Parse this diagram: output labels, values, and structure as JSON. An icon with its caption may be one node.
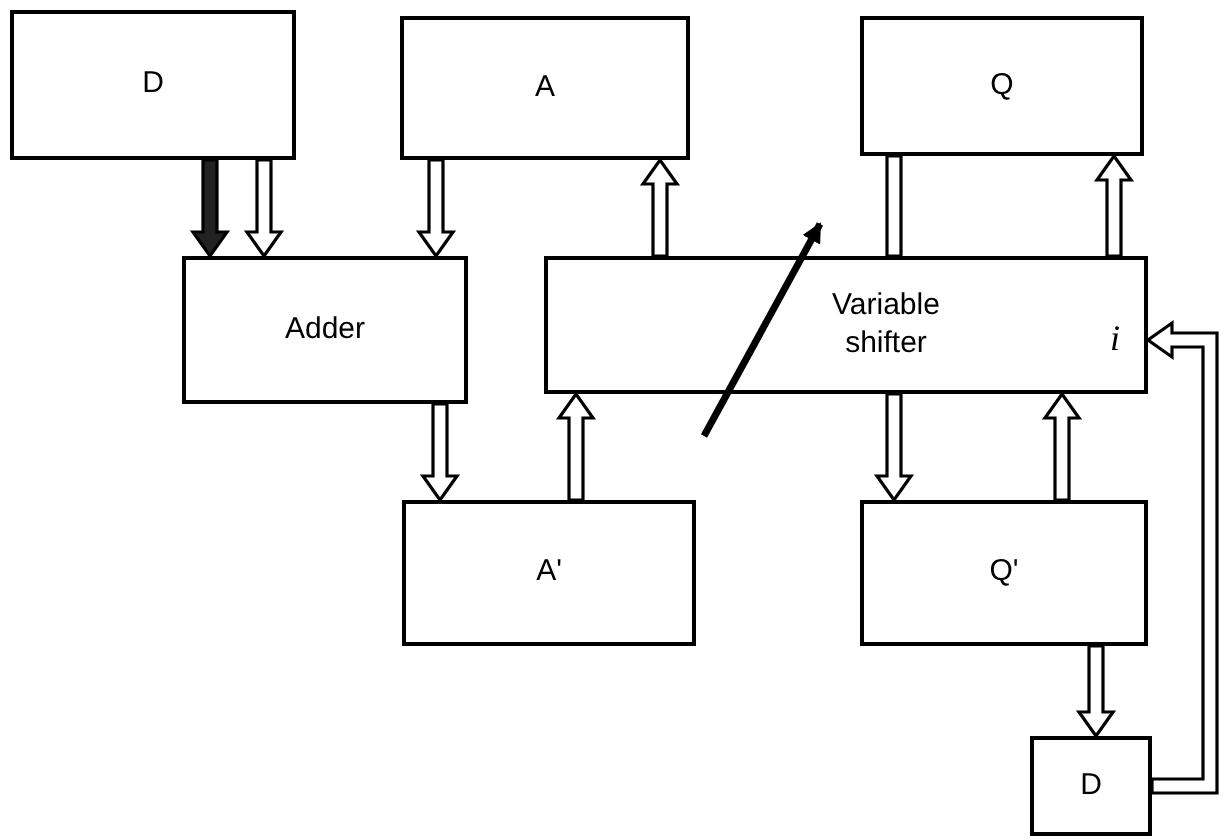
{
  "diagram": {
    "nodes": [
      {
        "text": [
          "D"
        ]
      },
      {
        "text": [
          "A"
        ]
      },
      {
        "text": [
          "Q"
        ]
      },
      {
        "text": [
          "Adder"
        ]
      },
      {
        "text": [
          "Variable shifter",
          "i"
        ]
      },
      {
        "text": [
          "A'"
        ]
      },
      {
        "text": [
          "Q'"
        ]
      },
      {
        "text": [
          "D"
        ]
      }
    ],
    "edges": [
      {
        "from": 0,
        "to": 3,
        "arrow": "to",
        "style": "thick",
        "color": "#222222"
      },
      {
        "from": 0,
        "to": 3,
        "arrow": "to"
      },
      {
        "from": 1,
        "to": 3,
        "arrow": "to"
      },
      {
        "from": 3,
        "to": 5,
        "arrow": "to"
      },
      {
        "from": 5,
        "to": 4,
        "arrow": "to"
      },
      {
        "from": 4,
        "to": 1,
        "arrow": "to"
      },
      {
        "from": 4,
        "to": 2,
        "arrow": "none"
      },
      {
        "from": 4,
        "to": 2,
        "arrow": "to"
      },
      {
        "from": 4,
        "to": 6,
        "arrow": "to"
      },
      {
        "from": 6,
        "to": 4,
        "arrow": "to"
      },
      {
        "from": 6,
        "to": 7,
        "arrow": "to"
      },
      {
        "from": 7,
        "to": 4,
        "arrow": "to"
      }
    ]
  }
}
